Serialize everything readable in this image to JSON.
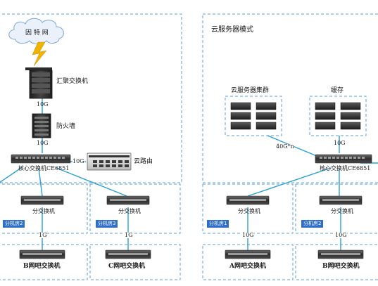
{
  "colors": {
    "dashed_border": "#5aa0d8",
    "link_line": "#2a9fd6",
    "tag_bg": "#2f6fc7",
    "lightning": "#f0b400",
    "cloud_fill": "#eaf1fb",
    "device_dark": "#3a3a3a",
    "server_light": "#e8e8e8"
  },
  "left": {
    "internet_label": "因 特 网",
    "aggregation_switch_label": "汇聚交换机",
    "link_10g_upper": "10G",
    "firewall_label": "防火墙",
    "link_10g_lower": "10G",
    "core_switch_label": "核心交换机CE6851",
    "router_link_label": "10G",
    "cloud_router_label": "云路由",
    "branch_switch_a_label": "分交换机",
    "branch_switch_b_label": "分交换机",
    "tag_a": "分机房2",
    "tag_b": "分机房3",
    "link_1g_a": "1G",
    "link_1g_b": "1G",
    "cafe_switch_a_label": "B网吧交换机",
    "cafe_switch_b_label": "C网吧交换机"
  },
  "right": {
    "title": "云服务器模式",
    "cluster_label": "云服务器集群",
    "cache_label": "缓存",
    "link_cluster": "40G*n",
    "link_cache": "10G",
    "core_switch_label": "核心交换机CE6851",
    "branch_switch_a_label": "分交换机",
    "branch_switch_b_label": "分交换机",
    "tag_a": "分机房1",
    "tag_b": "分机房2",
    "link_a": "10G",
    "link_b": "10G",
    "cafe_switch_a_label": "A网吧交换机",
    "cafe_switch_b_label": "B网吧交换机"
  }
}
